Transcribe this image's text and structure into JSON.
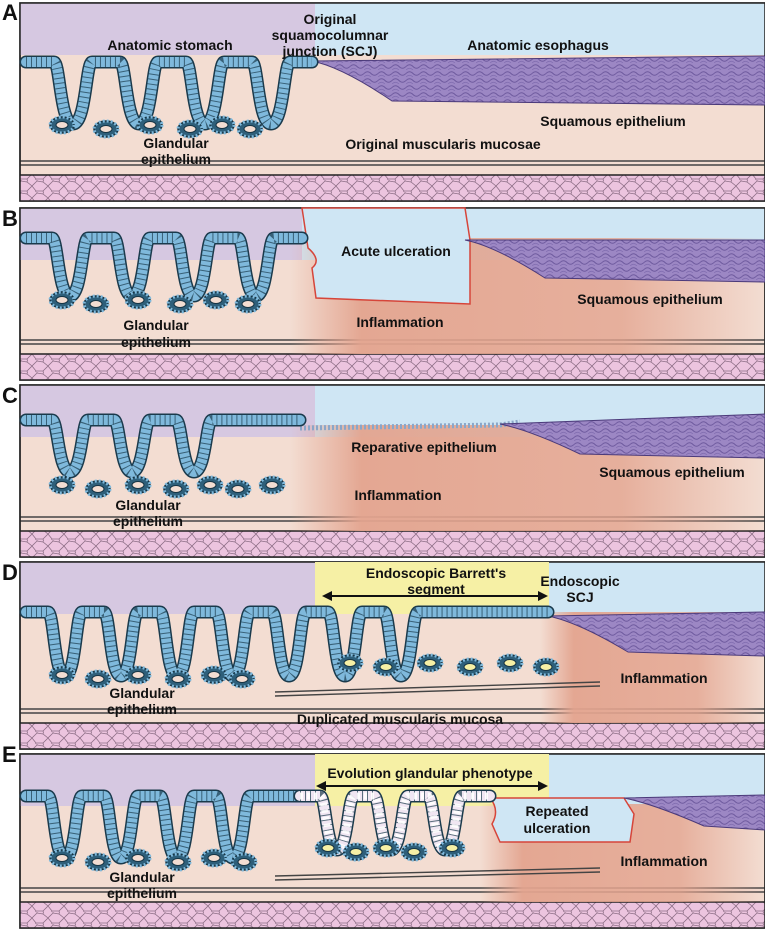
{
  "colors": {
    "stroma": "#f3ddd2",
    "stomach_bg": "#d6c8e1",
    "esophagus_bg": "#cfe6f4",
    "barrett_bg": "#f6f0a5",
    "inflammation": "#e3a48f",
    "submucosa": "#ecc4df",
    "glandular": "#7fb9dc",
    "squamous": "#9c87c4",
    "ulcer_edge": "#d6453a",
    "dysplastic": "#b34a9a"
  },
  "panels": [
    {
      "letter": "A",
      "labels": {
        "stomach": "Anatomic stomach",
        "scj": [
          "Original",
          "squamocolumnar",
          "junction (SCJ)"
        ],
        "esophagus": "Anatomic esophagus",
        "squamous": "Squamous epithelium",
        "glandular": [
          "Glandular",
          "epithelium"
        ],
        "muscularis": "Original muscularis mucosae"
      }
    },
    {
      "letter": "B",
      "labels": {
        "ulceration": "Acute ulceration",
        "squamous": "Squamous epithelium",
        "inflammation": "Inflammation",
        "glandular": [
          "Glandular",
          "epithelium"
        ]
      }
    },
    {
      "letter": "C",
      "labels": {
        "reparative": "Reparative epithelium",
        "squamous": "Squamous epithelium",
        "inflammation": "Inflammation",
        "glandular": [
          "Glandular",
          "epithelium"
        ]
      }
    },
    {
      "letter": "D",
      "labels": {
        "barrett": [
          "Endoscopic Barrett's",
          "segment"
        ],
        "scj": [
          "Endoscopic",
          "SCJ"
        ],
        "inflammation": "Inflammation",
        "glandular": [
          "Glandular",
          "epithelium"
        ],
        "duplicated": "Duplicated muscularis mucosa"
      }
    },
    {
      "letter": "E",
      "labels": {
        "evolution": "Evolution glandular phenotype",
        "repeated": [
          "Repeated",
          "ulceration"
        ],
        "inflammation": "Inflammation",
        "glandular": [
          "Glandular",
          "epithelium"
        ]
      }
    }
  ]
}
